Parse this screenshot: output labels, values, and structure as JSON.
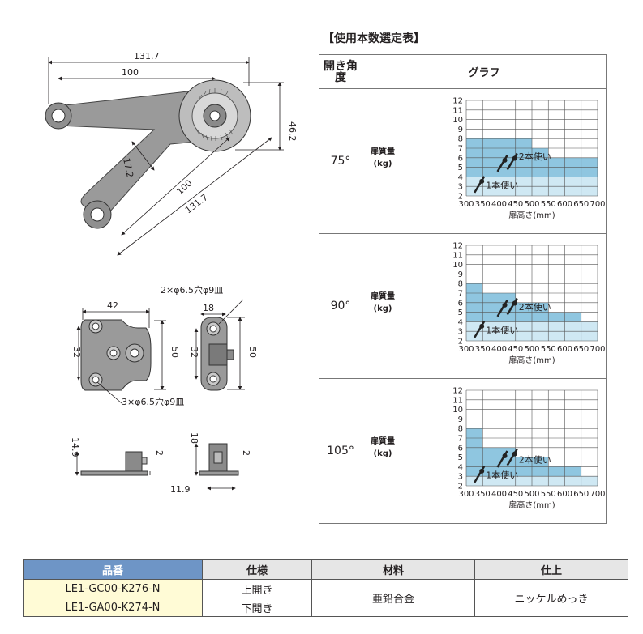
{
  "selection": {
    "title": "【使用本数選定表】",
    "col_angle": "開き角度",
    "col_graph": "グラフ",
    "ylabel_line1": "扉質量",
    "ylabel_line2": "(kg)",
    "xlabel": "扉高さ(mm)",
    "label_one": "1本使い",
    "label_two": "2本使い"
  },
  "chart_data": [
    {
      "type": "area",
      "angle": "75°",
      "x": [
        300,
        350,
        400,
        450,
        500,
        550,
        600,
        650,
        700
      ],
      "y_ticks": [
        2,
        3,
        4,
        5,
        6,
        7,
        8,
        9,
        10,
        11,
        12
      ],
      "series": [
        {
          "name": "1本使い",
          "steps": [
            [
              300,
              700,
              2,
              4
            ]
          ]
        },
        {
          "name": "2本使い",
          "steps": [
            [
              300,
              500,
              4,
              8
            ],
            [
              500,
              550,
              4,
              7
            ],
            [
              550,
              700,
              4,
              6
            ]
          ]
        }
      ]
    },
    {
      "type": "area",
      "angle": "90°",
      "x": [
        300,
        350,
        400,
        450,
        500,
        550,
        600,
        650,
        700
      ],
      "y_ticks": [
        2,
        3,
        4,
        5,
        6,
        7,
        8,
        9,
        10,
        11,
        12
      ],
      "series": [
        {
          "name": "1本使い",
          "steps": [
            [
              300,
              700,
              2,
              4
            ]
          ]
        },
        {
          "name": "2本使い",
          "steps": [
            [
              300,
              350,
              4,
              8
            ],
            [
              350,
              400,
              4,
              7
            ],
            [
              400,
              450,
              4,
              7
            ],
            [
              450,
              550,
              4,
              6
            ],
            [
              550,
              650,
              4,
              5
            ],
            [
              650,
              700,
              4,
              4
            ]
          ]
        }
      ]
    },
    {
      "type": "area",
      "angle": "105°",
      "x": [
        300,
        350,
        400,
        450,
        500,
        550,
        600,
        650,
        700
      ],
      "y_ticks": [
        2,
        3,
        4,
        5,
        6,
        7,
        8,
        9,
        10,
        11,
        12
      ],
      "series": [
        {
          "name": "1本使い",
          "steps": [
            [
              300,
              700,
              2,
              3
            ]
          ]
        },
        {
          "name": "2本使い",
          "steps": [
            [
              300,
              350,
              3,
              8
            ],
            [
              350,
              400,
              3,
              6
            ],
            [
              400,
              450,
              3,
              6
            ],
            [
              450,
              550,
              3,
              5
            ],
            [
              550,
              650,
              3,
              4
            ],
            [
              650,
              700,
              3,
              3
            ]
          ]
        }
      ]
    }
  ],
  "drawing": {
    "dims": [
      "131.7",
      "100",
      "46.2",
      "17.2",
      "100",
      "131.7",
      "42",
      "32",
      "50",
      "18",
      "32",
      "50",
      "14.9",
      "2",
      "18",
      "2",
      "11.9"
    ],
    "hole_note_1": "2×φ6.5穴φ9皿",
    "hole_note_2": "3×φ6.5穴φ9皿"
  },
  "spec_table": {
    "headers": [
      "品番",
      "仕様",
      "材料",
      "仕上"
    ],
    "rows": [
      {
        "part": "LE1-GC00-K276-N",
        "spec": "上開き"
      },
      {
        "part": "LE1-GA00-K274-N",
        "spec": "下開き"
      }
    ],
    "material": "亜鉛合金",
    "finish": "ニッケルめっき"
  },
  "colors": {
    "accent": "#6e95c6",
    "dark_fill": "#8fc6e0",
    "light_fill": "#cfe8f3",
    "drawing_gray": "#8b8b8b"
  }
}
